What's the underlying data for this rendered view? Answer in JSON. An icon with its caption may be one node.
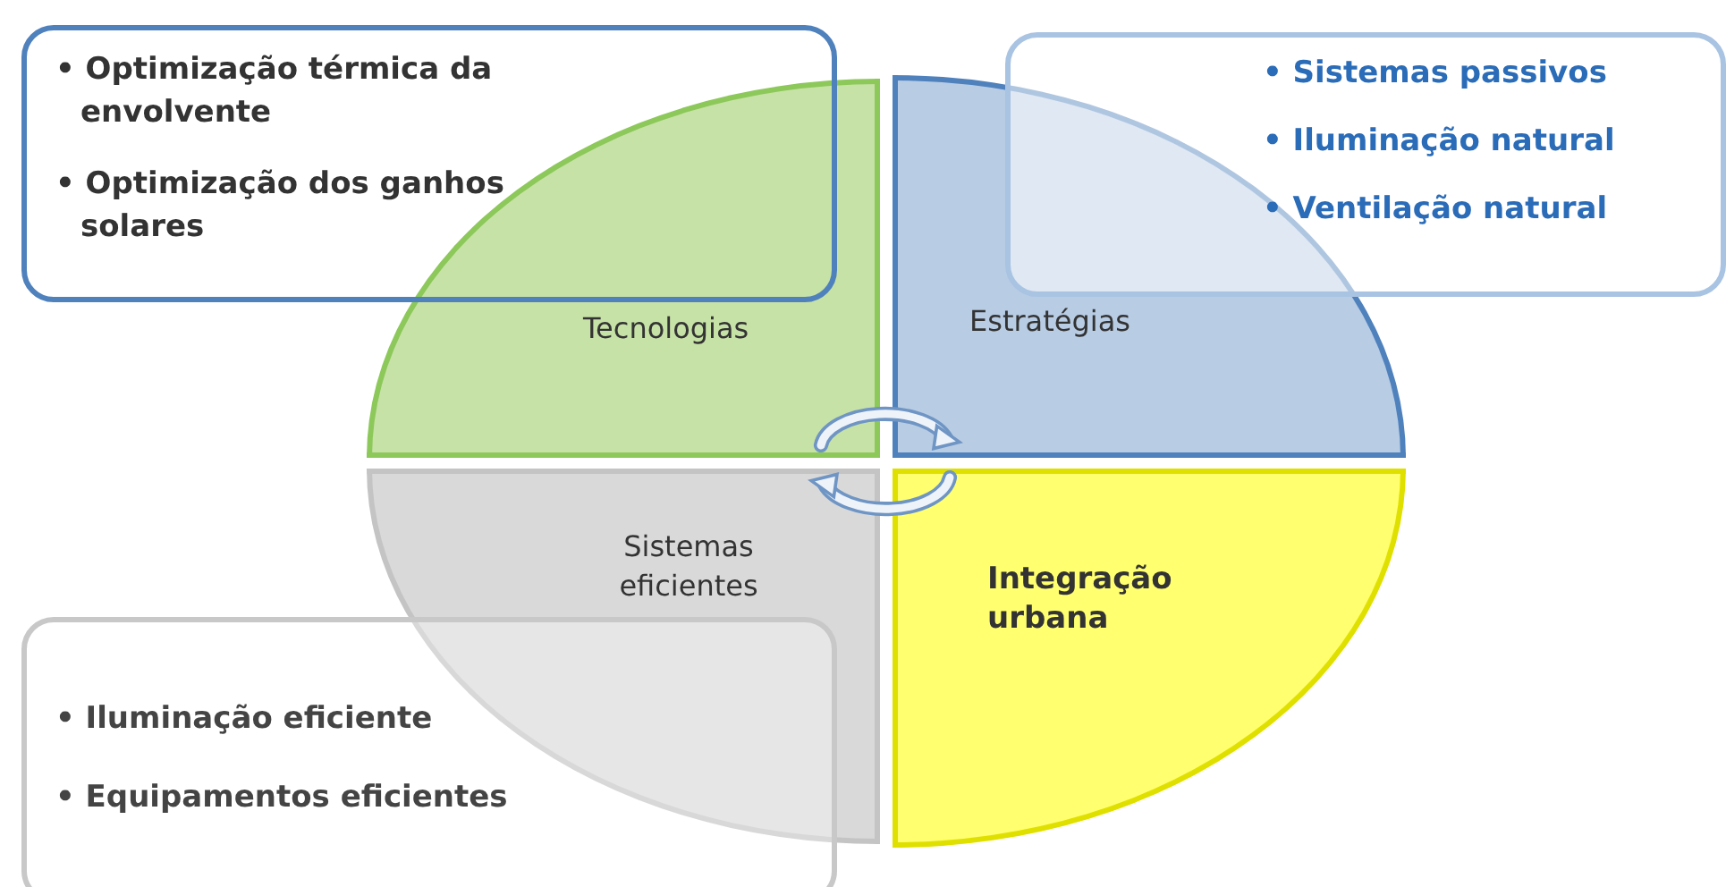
{
  "diagram": {
    "nodes": [
      {
        "text": [
          "• Optimização térmica da envolvente",
          "• Optimização dos ganhos solares"
        ]
      },
      {
        "text": [
          "• Sistemas passivos",
          "• Iluminação natural",
          "• Ventilação natural"
        ]
      },
      {
        "text": [
          "Tecnologias"
        ]
      },
      {
        "text": [
          "Estratégias"
        ]
      },
      {
        "text": [
          "Sistemas eficientes"
        ]
      },
      {
        "text": [
          "Integração urbana"
        ]
      },
      {
        "text": [
          "• Iluminação eficiente",
          "• Equipamentos eficientes"
        ]
      }
    ]
  }
}
